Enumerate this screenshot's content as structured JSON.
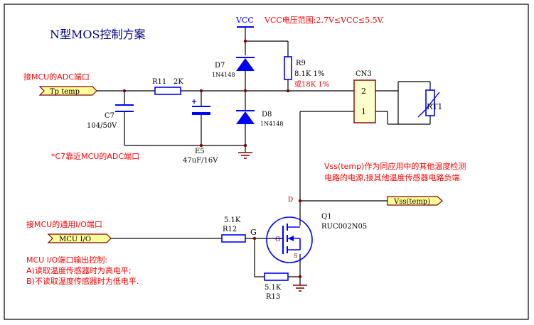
{
  "title": "N型MOS控制方案",
  "vcc_label": "VCC",
  "vcc_range": "VCC电压范围:2.7V≤VCC≤5.5V.",
  "adc_note": "接MCU的ADC端口",
  "tp_temp_port": "Tp temp",
  "c7_note": "*C7靠近MCU的ADC端口",
  "io_note": "接MCU的通用I/O端口",
  "mcu_io_port": "MCU I/O",
  "vss_port": "Vss(temp)",
  "vss_note_line1": "Vss(temp)作为同应用中的其他温度检测",
  "vss_note_line2": "电路的电源,接其他温度传感器电路负端.",
  "control_note": {
    "line1": "MCU I/O端口输出控制:",
    "line2": "A)读取温度传感器时为高电平;",
    "line3": "B)不读取温度传感器时为低电平."
  },
  "components": {
    "r11": {
      "ref": "R11",
      "value": "2K"
    },
    "r9": {
      "ref": "R9",
      "value": "8.1K 1%",
      "alt": "或18K 1%"
    },
    "r12": {
      "ref": "R12",
      "value": "5.1K"
    },
    "r13": {
      "ref": "R13",
      "value": "5.1K"
    },
    "c7": {
      "ref": "C7",
      "value": "104/50V"
    },
    "e5": {
      "ref": "E5",
      "value": "47uF/16V"
    },
    "d7": {
      "ref": "D7",
      "value": "1N4148"
    },
    "d8": {
      "ref": "D8",
      "value": "1N4148"
    },
    "cn3": {
      "ref": "CN3",
      "pin1": "1",
      "pin2": "2"
    },
    "rt1": {
      "ref": "RT1"
    },
    "q1": {
      "ref": "Q1",
      "value": "RUC002N05",
      "gate": "G",
      "gate_pin": "G",
      "drain_pin": "D",
      "source_pin": "S"
    }
  },
  "colors": {
    "wire": "#000000",
    "component": "#0000ff",
    "note": "#ff0000",
    "port_fill": "#ffff99",
    "port_stroke": "#800000",
    "pin_label": "#800000",
    "junction": "#800000"
  }
}
